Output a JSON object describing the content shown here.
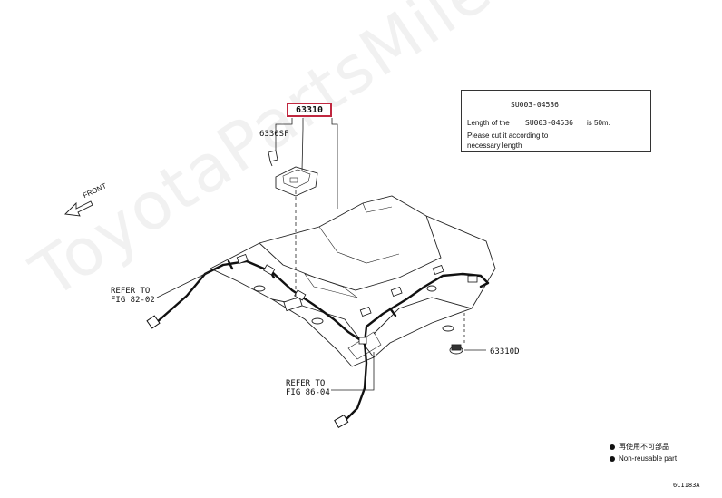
{
  "callouts": {
    "main_part": "63310",
    "clip_part": "6330SF",
    "grommet_part": "63310D",
    "refer_a_line1": "REFER TO",
    "refer_a_line2": "FIG 82-02",
    "refer_b_line1": "REFER TO",
    "refer_b_line2": "FIG 86-04",
    "front": "FRONT"
  },
  "info_box": {
    "part_number": "SU003-04536",
    "line1_prefix": "Length of the",
    "line1_part": "SU003-04536",
    "line1_suffix": "is 50m.",
    "line2": "Please cut it according to",
    "line3": "necessary length"
  },
  "legend": {
    "japanese": "再使用不可部品",
    "english": "Non-reusable part"
  },
  "figure_code": "6C1183A",
  "watermark": "ToyotaPartsMiles.ru",
  "colors": {
    "highlight_border": "#c0273f",
    "line": "#111111"
  }
}
